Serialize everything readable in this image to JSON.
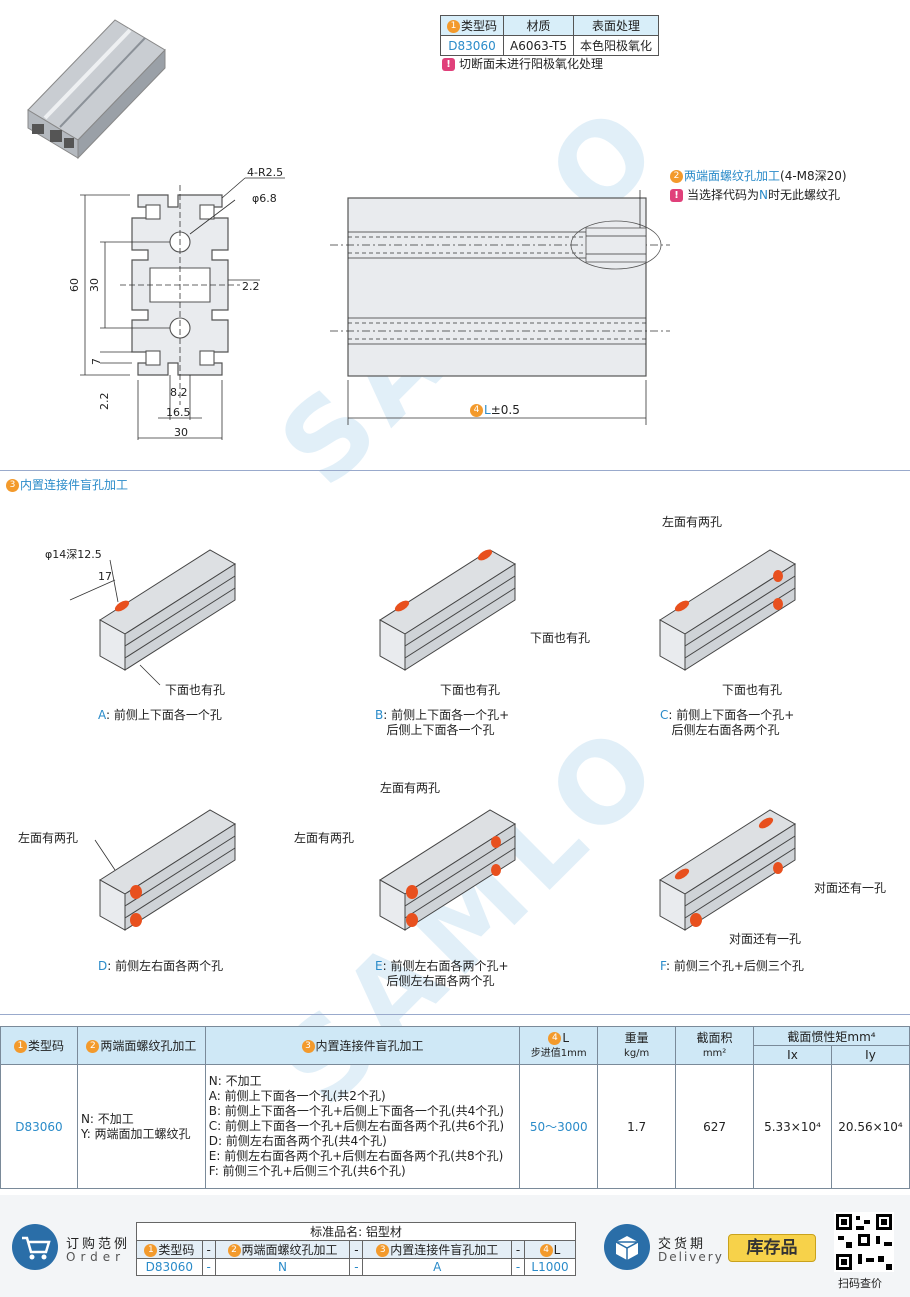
{
  "top_table": {
    "headers": [
      "类型码",
      "材质",
      "表面处理"
    ],
    "row": [
      "D83060",
      "A6063-T5",
      "本色阳极氧化"
    ]
  },
  "note_cut": "切断面未进行阳极氧化处理",
  "section_dims": {
    "r": "4-R2.5",
    "hole": "φ6.8",
    "h60": "60",
    "h30": "30",
    "w22": "2.2",
    "h7": "7",
    "h22b": "2.2",
    "w82": "8.2",
    "w165": "16.5",
    "w30": "30"
  },
  "side_view": {
    "thread_title": "两端面螺纹孔加工",
    "thread_spec": "(4-M8深20)",
    "thread_note_pre": "当选择代码为",
    "thread_note_code": "N",
    "thread_note_post": "时无此螺纹孔",
    "length_label": "L",
    "length_tol": "±0.5"
  },
  "section3_title": "内置连接件盲孔加工",
  "variants": {
    "dim_hole": "φ14深12.5",
    "dim_17": "17",
    "a": {
      "code": "A",
      "desc1": "前侧上下面各一个孔",
      "desc2": "",
      "callout": "下面也有孔"
    },
    "b": {
      "code": "B",
      "desc1": "前侧上下面各一个孔+",
      "desc2": "后侧上下面各一个孔",
      "callout1": "下面也有孔",
      "callout2": "下面也有孔"
    },
    "c": {
      "code": "C",
      "desc1": "前侧上下面各一个孔+",
      "desc2": "后侧左右面各两个孔",
      "callout1": "左面有两孔",
      "callout2": "下面也有孔"
    },
    "d": {
      "code": "D",
      "desc1": "前侧左右面各两个孔",
      "desc2": "",
      "callout": "左面有两孔"
    },
    "e": {
      "code": "E",
      "desc1": "前侧左右面各两个孔+",
      "desc2": "后侧左右面各两个孔",
      "callout1": "左面有两孔",
      "callout2": "左面有两孔"
    },
    "f": {
      "code": "F",
      "desc1": "前侧三个孔+后侧三个孔",
      "desc2": "",
      "callout1": "对面还有一孔",
      "callout2": "对面还有一孔"
    }
  },
  "spec_table": {
    "h_type": "类型码",
    "h_thread": "两端面螺纹孔加工",
    "h_blind": "内置连接件盲孔加工",
    "h_L": "L",
    "h_L_step": "步进值1mm",
    "h_weight": "重量",
    "h_weight_unit": "kg/m",
    "h_area": "截面积",
    "h_area_unit": "mm²",
    "h_inertia": "截面惯性矩mm⁴",
    "h_ix": "Ix",
    "h_iy": "Iy",
    "type": "D83060",
    "thread_n": "N: 不加工",
    "thread_y": "Y: 两端面加工螺纹孔",
    "blind_options": [
      "N: 不加工",
      "A: 前侧上下面各一个孔(共2个孔)",
      "B: 前侧上下面各一个孔+后侧上下面各一个孔(共4个孔)",
      "C: 前侧上下面各一个孔+后侧左右面各两个孔(共6个孔)",
      "D: 前侧左右面各两个孔(共4个孔)",
      "E: 前侧左右面各两个孔+后侧左右面各两个孔(共8个孔)",
      "F: 前侧三个孔+后侧三个孔(共6个孔)"
    ],
    "L_range": "50～3000",
    "weight": "1.7",
    "area": "627",
    "ix": "5.33×10⁴",
    "iy": "20.56×10⁴"
  },
  "order": {
    "label_cn": "订购范例",
    "label_en": "Order",
    "std_name": "标准品名: 铝型材",
    "h_type": "类型码",
    "h_thread": "两端面螺纹孔加工",
    "h_blind": "内置连接件盲孔加工",
    "h_L": "L",
    "dash": "-",
    "v_type": "D83060",
    "v_thread": "N",
    "v_blind": "A",
    "v_L": "L1000",
    "delivery_cn": "交货期",
    "delivery_en": "Delivery",
    "stock": "库存品",
    "qr_caption": "扫码查价"
  },
  "watermark": "SAMLO",
  "colors": {
    "accent_orange": "#f39a2c",
    "accent_blue": "#2a8bc9",
    "header_bg": "#cfe8f6",
    "hole_red": "#e8501e"
  }
}
